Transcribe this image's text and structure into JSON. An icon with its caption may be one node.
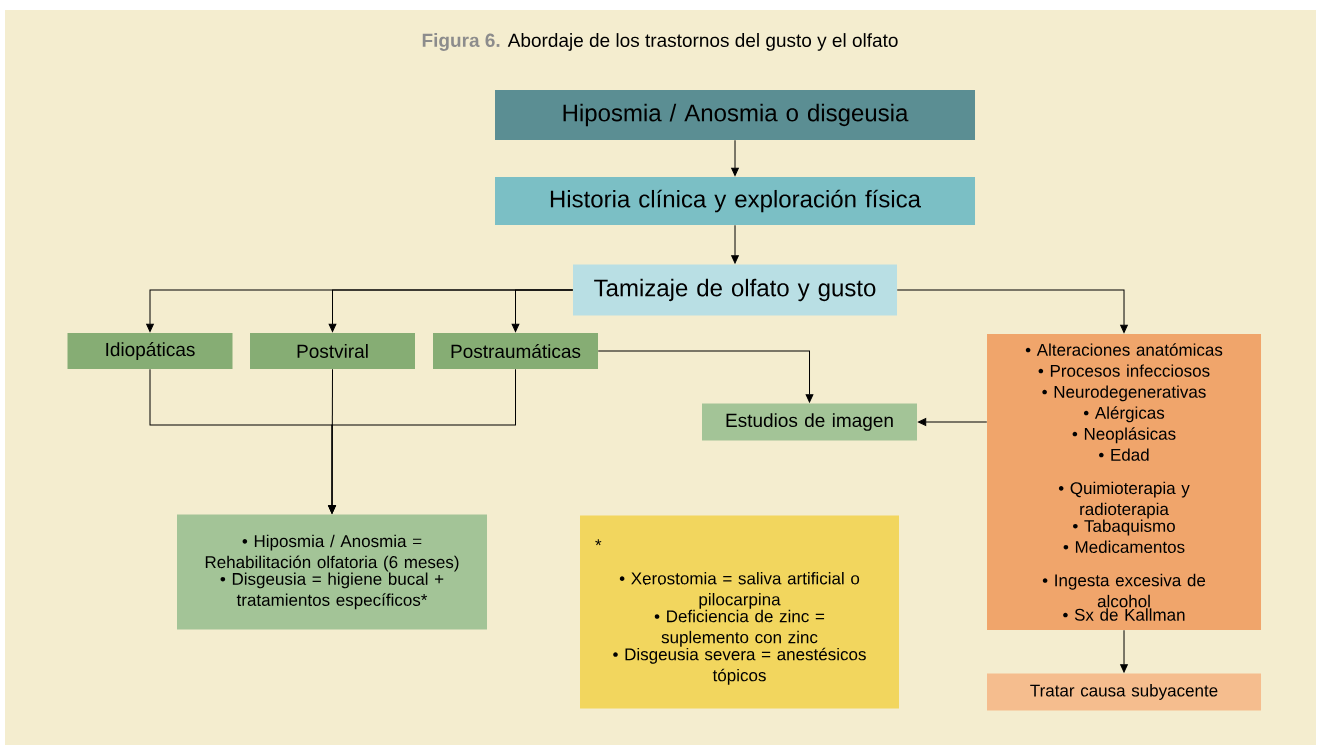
{
  "diagram": {
    "title": "**Figura 6.** Abordaje de los trastornos del gusto y el olfato",
    "nodes": [
      {
        "text": [
          "Hiposmia / Anosmia o disgeusia"
        ]
      },
      {
        "text": [
          "Historia clínica y exploración física"
        ]
      },
      {
        "text": [
          "Tamizaje de olfato y gusto"
        ]
      },
      {
        "text": [
          "Idiopáticas"
        ]
      },
      {
        "text": [
          "Postviral"
        ]
      },
      {
        "text": [
          "Postraumáticas"
        ]
      },
      {
        "text": [
          "Estudios de imagen"
        ]
      },
      {
        "text": [
          "• Alteraciones anatómicas",
          "• Procesos infecciosos",
          "• Neurodegenerativas",
          "• Alérgicas",
          "• Neoplásicas",
          "• Edad",
          "• Quimioterapia y radioterapia",
          "• Tabaquismo",
          "• Medicamentos",
          "• Ingesta excesiva de alcohol",
          "• Sx de Kallman"
        ]
      },
      {
        "text": [
          "• Hiposmia / Anosmia = Rehabilitación olfatoria (6 meses)",
          "• Disgeusia = higiene bucal + tratamientos específicos*"
        ]
      },
      {
        "text": [
          "*",
          "• Xerostomia = saliva artificial o pilocarpina",
          "• Deficiencia de zinc = suplemento con zinc",
          "• Disgeusia severa = anestésicos tópicos"
        ]
      },
      {
        "text": [
          "Tratar causa subyacente"
        ]
      }
    ],
    "edges": [
      {
        "from": 0,
        "to": 1,
        "arrow": "to"
      },
      {
        "from": 1,
        "to": 2,
        "arrow": "to"
      },
      {
        "from": 2,
        "to": 3,
        "arrow": "to"
      },
      {
        "from": 2,
        "to": 4,
        "arrow": "to"
      },
      {
        "from": 2,
        "to": 5,
        "arrow": "to"
      },
      {
        "from": 2,
        "to": 7,
        "arrow": "to"
      },
      {
        "from": 5,
        "to": 6,
        "arrow": "to"
      },
      {
        "from": 7,
        "to": 6,
        "arrow": "to"
      },
      {
        "from": 3,
        "to": 8,
        "arrow": "to"
      },
      {
        "from": 4,
        "to": 8,
        "arrow": "to"
      },
      {
        "from": 5,
        "to": 8,
        "arrow": "to"
      },
      {
        "from": 7,
        "to": 10,
        "arrow": "to"
      }
    ]
  }
}
